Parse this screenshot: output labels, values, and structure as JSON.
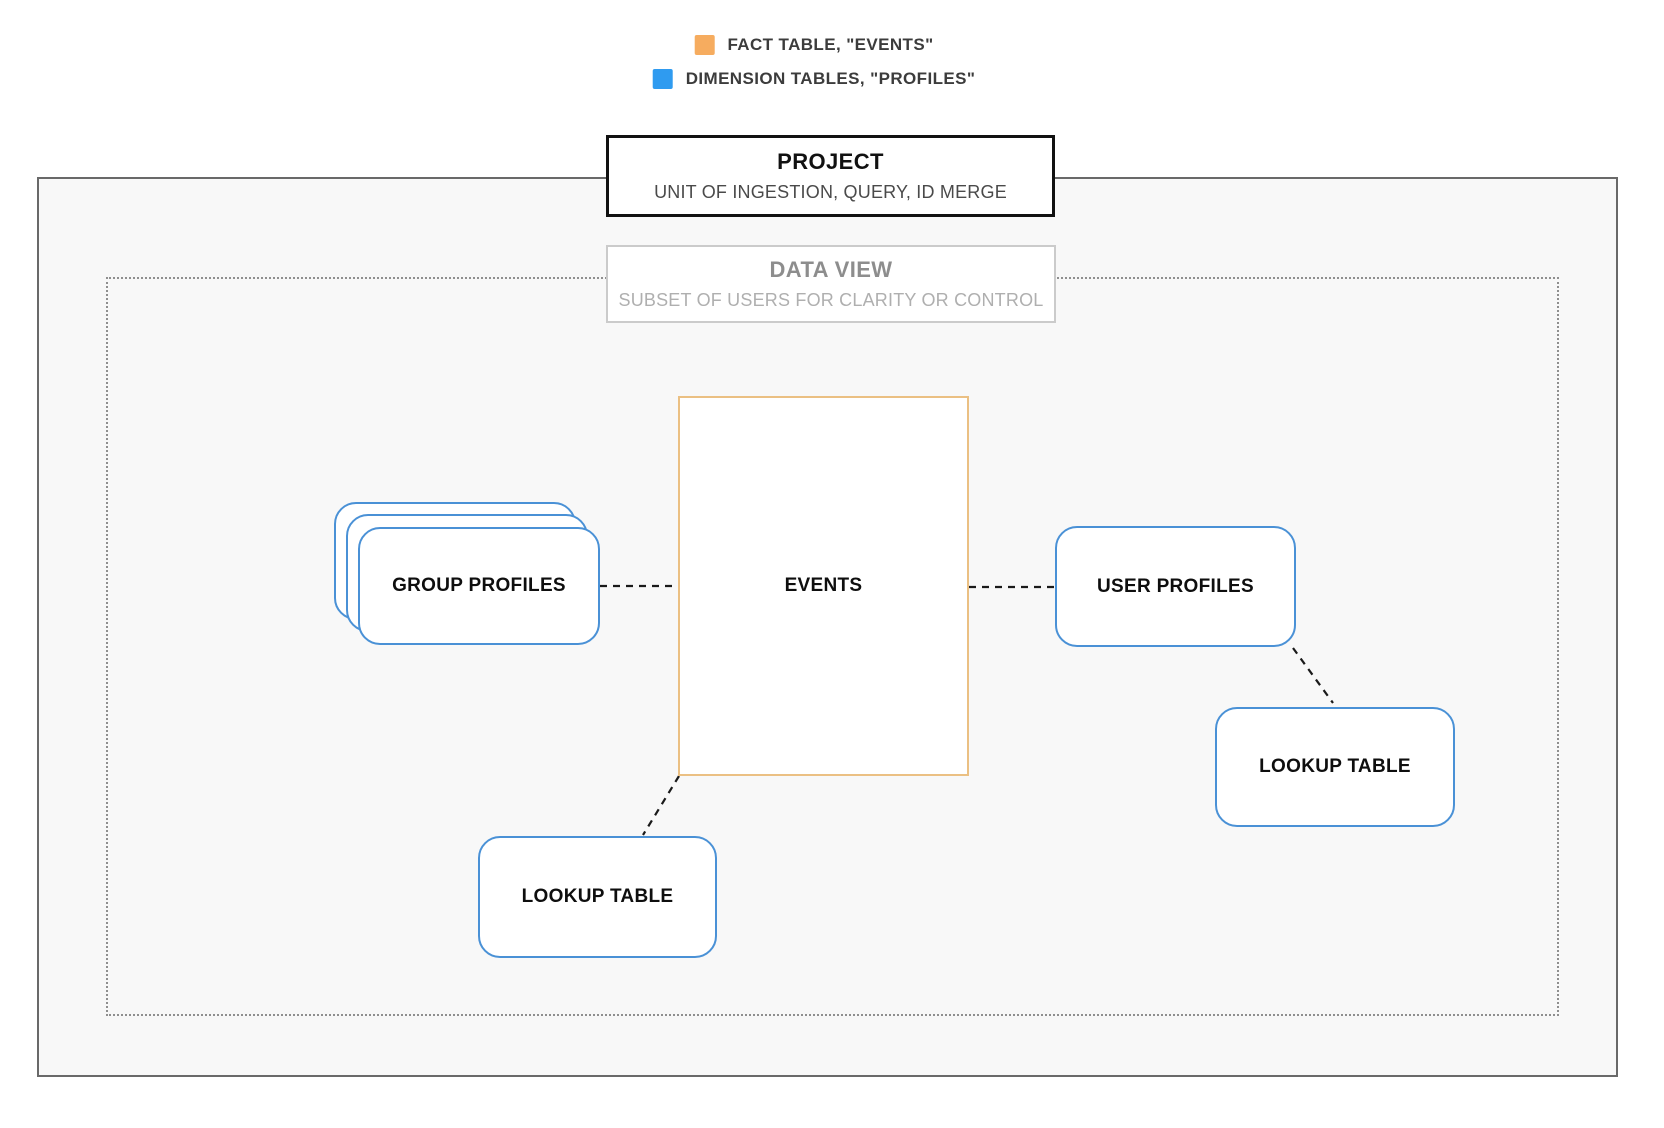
{
  "legend": {
    "items": [
      {
        "id": "fact",
        "label": "FACT TABLE, \"EVENTS\"",
        "swatch_icon": "fact-table-swatch-icon",
        "color": "#F6AC5F"
      },
      {
        "id": "dimension",
        "label": "DIMENSION TABLES, \"PROFILES\"",
        "swatch_icon": "dimension-tables-swatch-icon",
        "color": "#2F9BF0"
      }
    ]
  },
  "containers": {
    "project": {
      "title": "PROJECT",
      "subtitle": "UNIT OF INGESTION, QUERY, ID MERGE"
    },
    "data_view": {
      "title": "DATA VIEW",
      "subtitle": "SUBSET OF USERS FOR CLARITY OR CONTROL"
    }
  },
  "nodes": {
    "events": {
      "label": "EVENTS",
      "type": "fact"
    },
    "group_profiles": {
      "label": "GROUP PROFILES",
      "type": "dimension",
      "stacked": true
    },
    "user_profiles": {
      "label": "USER PROFILES",
      "type": "dimension"
    },
    "lookup_table_left": {
      "label": "LOOKUP TABLE",
      "type": "dimension"
    },
    "lookup_table_right": {
      "label": "LOOKUP TABLE",
      "type": "dimension"
    }
  },
  "edges": [
    {
      "from": "group_profiles",
      "to": "events",
      "style": "dashed"
    },
    {
      "from": "events",
      "to": "user_profiles",
      "style": "dashed"
    },
    {
      "from": "user_profiles",
      "to": "lookup_table_right",
      "style": "dashed"
    },
    {
      "from": "events",
      "to": "lookup_table_left",
      "style": "dashed"
    }
  ],
  "colors": {
    "fact_swatch": "#F6AC5F",
    "dimension_swatch": "#2F9BF0",
    "fact_node_border": "#EBC083",
    "dimension_node_border": "#4A91D6",
    "project_border": "#111111",
    "data_view_border": "#CBCBCB",
    "connector": "#1A1A1A"
  }
}
